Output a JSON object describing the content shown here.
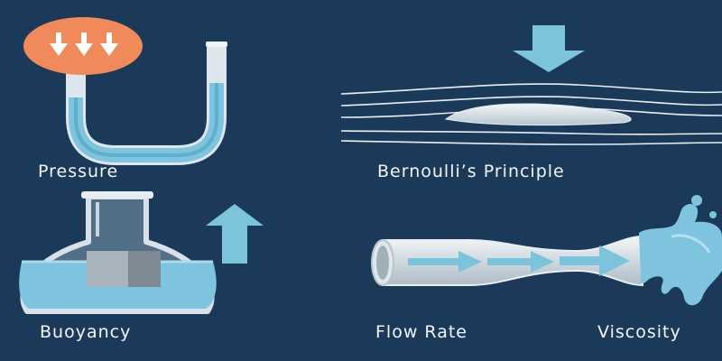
{
  "labels": {
    "pressure": "Pressure",
    "bernoulli": "Bernoulli’s Principle",
    "buoyancy": "Buoyancy",
    "flow_rate": "Flow Rate",
    "viscosity": "Viscosity"
  },
  "colors": {
    "background": "#1b3a5a",
    "water": "#7ec4de",
    "glass": "#d7e1e7",
    "accent_orange": "#f08a5a",
    "arrow_blue": "#7cc3dc"
  },
  "icons": {
    "pressure": [
      "down-arrow-icon",
      "u-tube-icon"
    ],
    "bernoulli": [
      "down-arrow-icon",
      "airfoil-icon",
      "streamlines-icon"
    ],
    "buoyancy": [
      "flask-icon",
      "floating-block-icon",
      "up-arrow-icon"
    ],
    "flow_rate": [
      "pipe-icon",
      "flow-arrows-icon"
    ],
    "viscosity": [
      "liquid-splash-icon"
    ]
  }
}
